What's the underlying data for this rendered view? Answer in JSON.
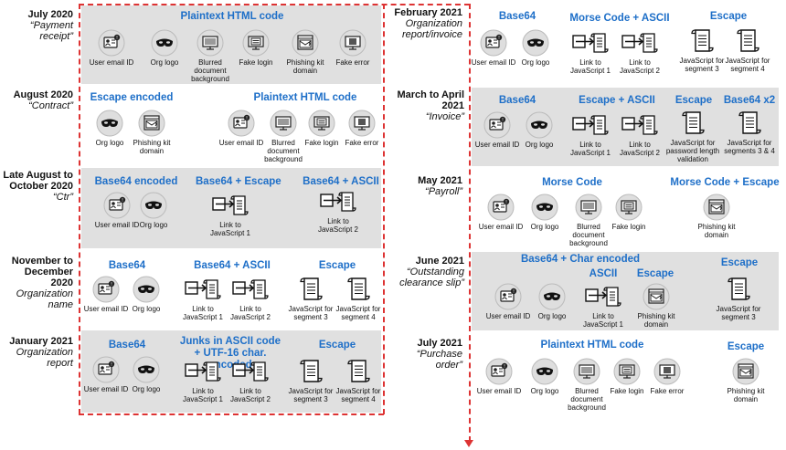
{
  "left": [
    {
      "date": "July 2020",
      "subject": "“Payment receipt”",
      "headers": [
        {
          "t": "Plaintext HTML code"
        }
      ],
      "items": [
        [
          "id",
          "User email ID"
        ],
        [
          "mask",
          "Org logo"
        ],
        [
          "monitor",
          "Blurred document background"
        ],
        [
          "login",
          "Fake login"
        ],
        [
          "phish",
          "Phishing kit domain"
        ],
        [
          "err",
          "Fake error"
        ]
      ]
    },
    {
      "date": "August 2020",
      "subject": "“Contract”",
      "headers": [
        {
          "t": "Escape encoded"
        },
        {
          "t": "Plaintext HTML code"
        }
      ],
      "items": [
        [
          "mask",
          "Org logo"
        ],
        [
          "phish",
          "Phishing kit domain"
        ],
        [
          "id",
          "User email ID"
        ],
        [
          "monitor",
          "Blurred document background"
        ],
        [
          "login",
          "Fake login"
        ],
        [
          "err",
          "Fake error"
        ]
      ]
    },
    {
      "date": "Late August to October 2020",
      "subject": "“Ctr”",
      "headers": [
        {
          "t": "Base64 encoded"
        },
        {
          "t": "Base64 + Escape"
        },
        {
          "t": "Base64 + ASCII"
        }
      ],
      "items": [
        [
          "id",
          "User email ID"
        ],
        [
          "mask",
          "Org logo"
        ],
        [
          "link",
          "Link to JavaScript 1"
        ],
        [
          "link",
          "Link to JavaScript 2"
        ]
      ]
    },
    {
      "date": "November to December 2020",
      "subject": "Organization name",
      "headers": [
        {
          "t": "Base64"
        },
        {
          "t": "Base64 + ASCII"
        },
        {
          "t": "Escape"
        }
      ],
      "items": [
        [
          "id",
          "User email ID"
        ],
        [
          "mask",
          "Org logo"
        ],
        [
          "link",
          "Link to JavaScript 1"
        ],
        [
          "link",
          "Link to JavaScript 2"
        ],
        [
          "scroll",
          "JavaScript for segment 3"
        ],
        [
          "scroll",
          "JavaScript for segment 4"
        ]
      ]
    },
    {
      "date": "January 2021",
      "subject": "Organization report",
      "headers": [
        {
          "t": "Base64"
        },
        {
          "t": "Junks in ASCII code + UTF-16 char. encoded"
        },
        {
          "t": "Escape"
        }
      ],
      "items": [
        [
          "id",
          "User email ID"
        ],
        [
          "mask",
          "Org logo"
        ],
        [
          "link",
          "Link to JavaScript 1"
        ],
        [
          "link",
          "Link to JavaScript 2"
        ],
        [
          "scroll",
          "JavaScript for segment 3"
        ],
        [
          "scroll",
          "JavaScript for segment 4"
        ]
      ]
    }
  ],
  "right": [
    {
      "date": "February 2021",
      "subject": "Organization report/invoice",
      "headers": [
        {
          "t": "Base64"
        },
        {
          "t": "Morse Code + ASCII"
        },
        {
          "t": "Escape"
        }
      ],
      "items": [
        [
          "id",
          "User email ID"
        ],
        [
          "mask",
          "Org logo"
        ],
        [
          "link",
          "Link to JavaScript 1"
        ],
        [
          "link",
          "Link to JavaScript 2"
        ],
        [
          "scroll",
          "JavaScript for segment 3"
        ],
        [
          "scroll",
          "JavaScript for segment 4"
        ]
      ]
    },
    {
      "date": "March to April 2021",
      "subject": "“Invoice”",
      "headers": [
        {
          "t": "Base64"
        },
        {
          "t": "Escape + ASCII"
        },
        {
          "t": "Escape"
        },
        {
          "t": "Base64 x2"
        }
      ],
      "items": [
        [
          "id",
          "User email ID"
        ],
        [
          "mask",
          "Org logo"
        ],
        [
          "link",
          "Link to JavaScript 1"
        ],
        [
          "link",
          "Link to JavaScript 2"
        ],
        [
          "scroll",
          "JavaScript for password length validation"
        ],
        [
          "scroll",
          "JavaScript for segments 3 & 4"
        ]
      ]
    },
    {
      "date": "May 2021",
      "subject": "“Payroll”",
      "headers": [
        {
          "t": "Morse Code"
        },
        {
          "t": "Morse Code + Escape"
        }
      ],
      "items": [
        [
          "id",
          "User email ID"
        ],
        [
          "mask",
          "Org logo"
        ],
        [
          "monitor",
          "Blurred document background"
        ],
        [
          "login",
          "Fake login"
        ],
        [
          "phish",
          "Phishing kit domain"
        ]
      ]
    },
    {
      "date": "June 2021",
      "subject": "“Outstanding clearance slip”",
      "headers": [
        {
          "t": "Base64 + Char encoded"
        },
        {
          "t": "ASCII"
        },
        {
          "t": "Escape"
        },
        {
          "t": "Escape"
        }
      ],
      "items": [
        [
          "id",
          "User email ID"
        ],
        [
          "mask",
          "Org logo"
        ],
        [
          "link",
          "Link to JavaScript 1"
        ],
        [
          "phish",
          "Phishing kit domain"
        ],
        [
          "scroll",
          "JavaScript for segment 3"
        ]
      ]
    },
    {
      "date": "July 2021",
      "subject": "“Purchase order”",
      "headers": [
        {
          "t": "Plaintext HTML code"
        },
        {
          "t": "Escape"
        }
      ],
      "items": [
        [
          "id",
          "User email ID"
        ],
        [
          "mask",
          "Org logo"
        ],
        [
          "monitor",
          "Blurred document background"
        ],
        [
          "login",
          "Fake login"
        ],
        [
          "err",
          "Fake error"
        ],
        [
          "phish",
          "Phishing kit domain"
        ]
      ]
    }
  ]
}
